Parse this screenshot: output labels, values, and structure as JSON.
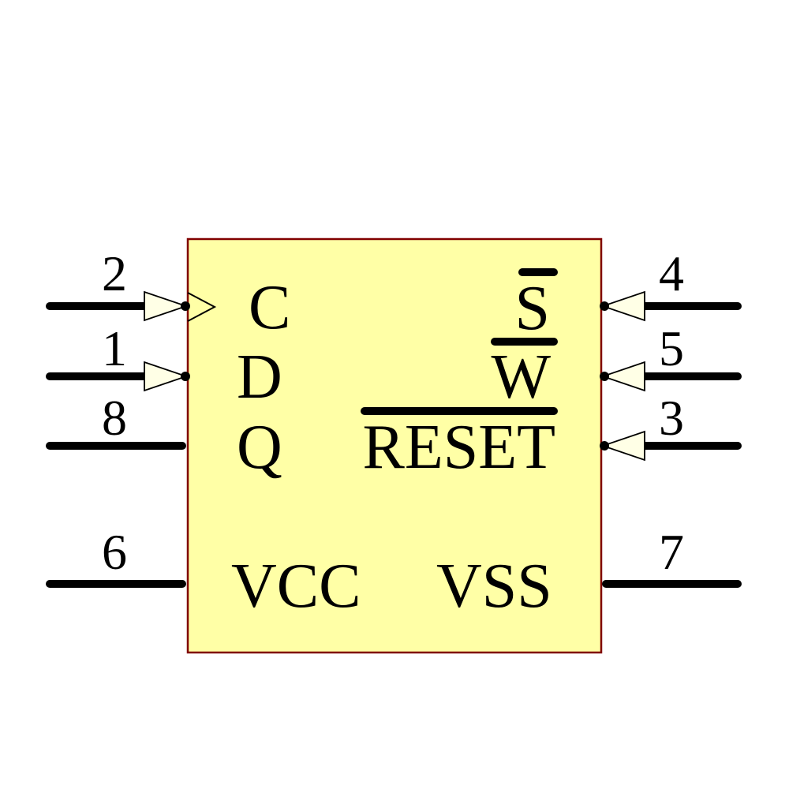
{
  "canvas": {
    "background": "#FFFFFF"
  },
  "component": {
    "kind": "ic-schematic-symbol",
    "colors": {
      "body_fill": "#FFFFA6",
      "body_border": "#800000",
      "arrow_fill": "#FFFFE6",
      "wire": "#000000",
      "text": "#000000"
    },
    "pins": {
      "left": [
        {
          "number": "2",
          "label": "C",
          "direction": "input",
          "arrow": true,
          "clock": true,
          "overline": false
        },
        {
          "number": "1",
          "label": "D",
          "direction": "input",
          "arrow": true,
          "clock": false,
          "overline": false
        },
        {
          "number": "8",
          "label": "Q",
          "direction": "output",
          "arrow": false,
          "clock": false,
          "overline": false
        },
        {
          "number": "6",
          "label": "VCC",
          "direction": "power",
          "arrow": false,
          "clock": false,
          "overline": false
        }
      ],
      "right": [
        {
          "number": "4",
          "label": "S",
          "direction": "input",
          "arrow": true,
          "clock": false,
          "overline": true
        },
        {
          "number": "5",
          "label": "W",
          "direction": "input",
          "arrow": true,
          "clock": false,
          "overline": true
        },
        {
          "number": "3",
          "label": "RESET",
          "direction": "input",
          "arrow": true,
          "clock": false,
          "overline": true
        },
        {
          "number": "7",
          "label": "VSS",
          "direction": "power",
          "arrow": false,
          "clock": false,
          "overline": false
        }
      ]
    }
  }
}
